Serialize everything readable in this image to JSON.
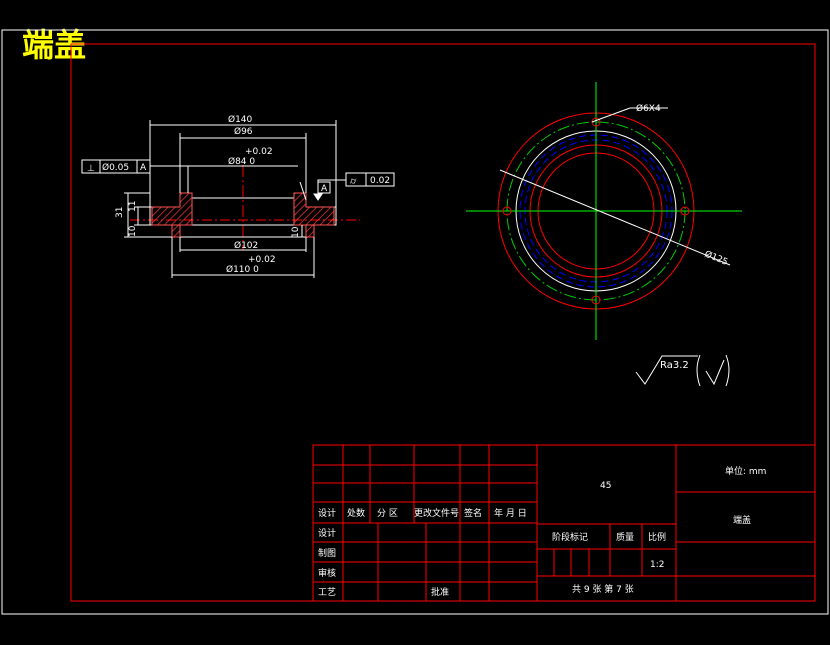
{
  "title": "端盖",
  "colors": {
    "background": "#000000",
    "outline": "#ffffff",
    "border": "#ff0000",
    "center_line": "#00ff00",
    "hidden_line": "#0000ff",
    "title_text": "#ffff00",
    "hatch": "#ff0000"
  },
  "front_view": {
    "dims": {
      "d140": "Ø140",
      "d96": "Ø96",
      "tol_top": "+0.02",
      "d84": "Ø84 0",
      "d102": "Ø102",
      "tol_bottom": "+0.02",
      "d110": "Ø110 0",
      "h31": "31",
      "h11": "11",
      "h10_left": "10",
      "h10_right": "10"
    },
    "tolerance_left": {
      "symbol": "⊥",
      "value": "Ø0.05",
      "datum": "A"
    },
    "tolerance_right": {
      "symbol": "⌭",
      "value": "0.02"
    },
    "datum_label": "A"
  },
  "top_view": {
    "hole_label": "Ø6X4",
    "circle_label": "Ø125"
  },
  "roughness": {
    "main": "Ra3.2",
    "other": "(√)"
  },
  "title_block": {
    "material": "45",
    "unit": "单位: mm",
    "part_name": "端盖",
    "header": {
      "design": "设计",
      "count": "处数",
      "zone": "分 区",
      "change_doc": "更改文件号",
      "sign": "签名",
      "date": "年 月 日"
    },
    "rows": {
      "design": "设计",
      "draw": "制图",
      "review": "审核",
      "process": "工艺",
      "approve": "批准"
    },
    "stage_mark": "阶段标记",
    "weight": "质量",
    "scale_label": "比例",
    "scale": "1:2",
    "sheet": "共 9 张 第 7 张"
  }
}
